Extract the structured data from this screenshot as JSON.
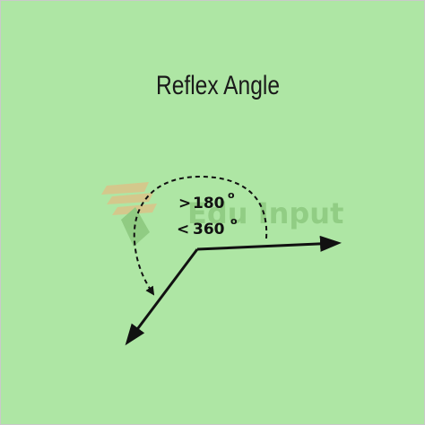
{
  "title": "Reflex Angle",
  "labels": {
    "gt_sign": ">",
    "lower_value": "180",
    "lt_sign": "<",
    "upper_value": "360",
    "degree_mark": "o"
  },
  "watermark": {
    "text": "Edu Input"
  },
  "colors": {
    "background": "#aee6a4",
    "ink": "#111111",
    "watermark": "#8dc97f",
    "watermark_logo": "#d9c58a"
  }
}
